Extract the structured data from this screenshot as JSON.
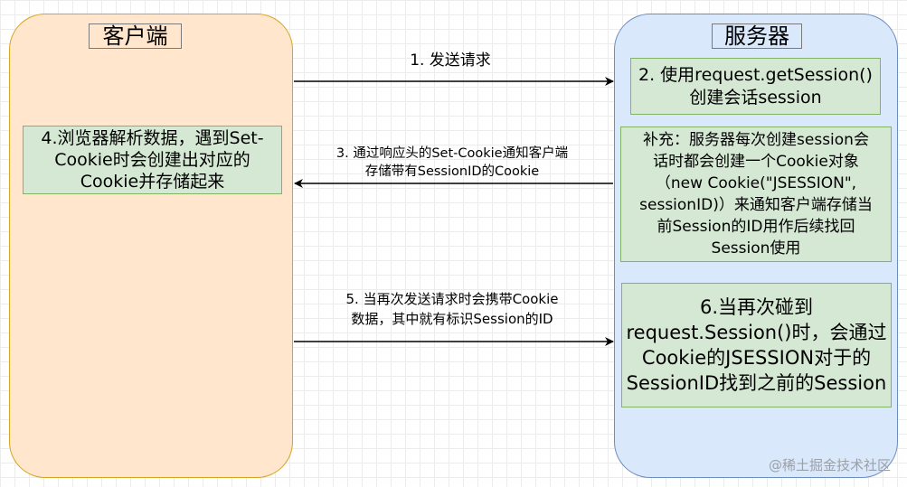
{
  "lanes": {
    "client": {
      "title": "客户端"
    },
    "server": {
      "title": "服务器"
    }
  },
  "boxes": {
    "create_session": {
      "lines": [
        "2. 使用request.getSession()",
        "创建会话session"
      ]
    },
    "parse_data": {
      "lines": [
        "4.浏览器解析数据，遇到Set-",
        "Cookie时会创建出对应的",
        "Cookie并存储起来"
      ]
    },
    "supplement": {
      "lines": [
        "补充：服务器每次创建session会",
        "话时都会创建一个Cookie对象",
        "（new Cookie(\"JSESSION\",",
        "sessionID)）来通知客户端存储当",
        "前Session的ID用作后续找回",
        "Session使用"
      ]
    },
    "find_session": {
      "lines": [
        "6.当再次碰到",
        "request.Session()时，会通过",
        "Cookie的JSESSION对于的",
        "SessionID找到之前的Session"
      ]
    }
  },
  "arrows": {
    "send_request": {
      "label": "1. 发送请求"
    },
    "set_cookie": {
      "lines": [
        "3. 通过响应头的Set-Cookie通知客户端",
        "存储带有SessionID的Cookie"
      ]
    },
    "resend": {
      "lines": [
        "5. 当再次发送请求时会携带Cookie",
        "数据，其中就有标识Session的ID"
      ]
    }
  },
  "watermark": "@稀土掘金技术社区"
}
